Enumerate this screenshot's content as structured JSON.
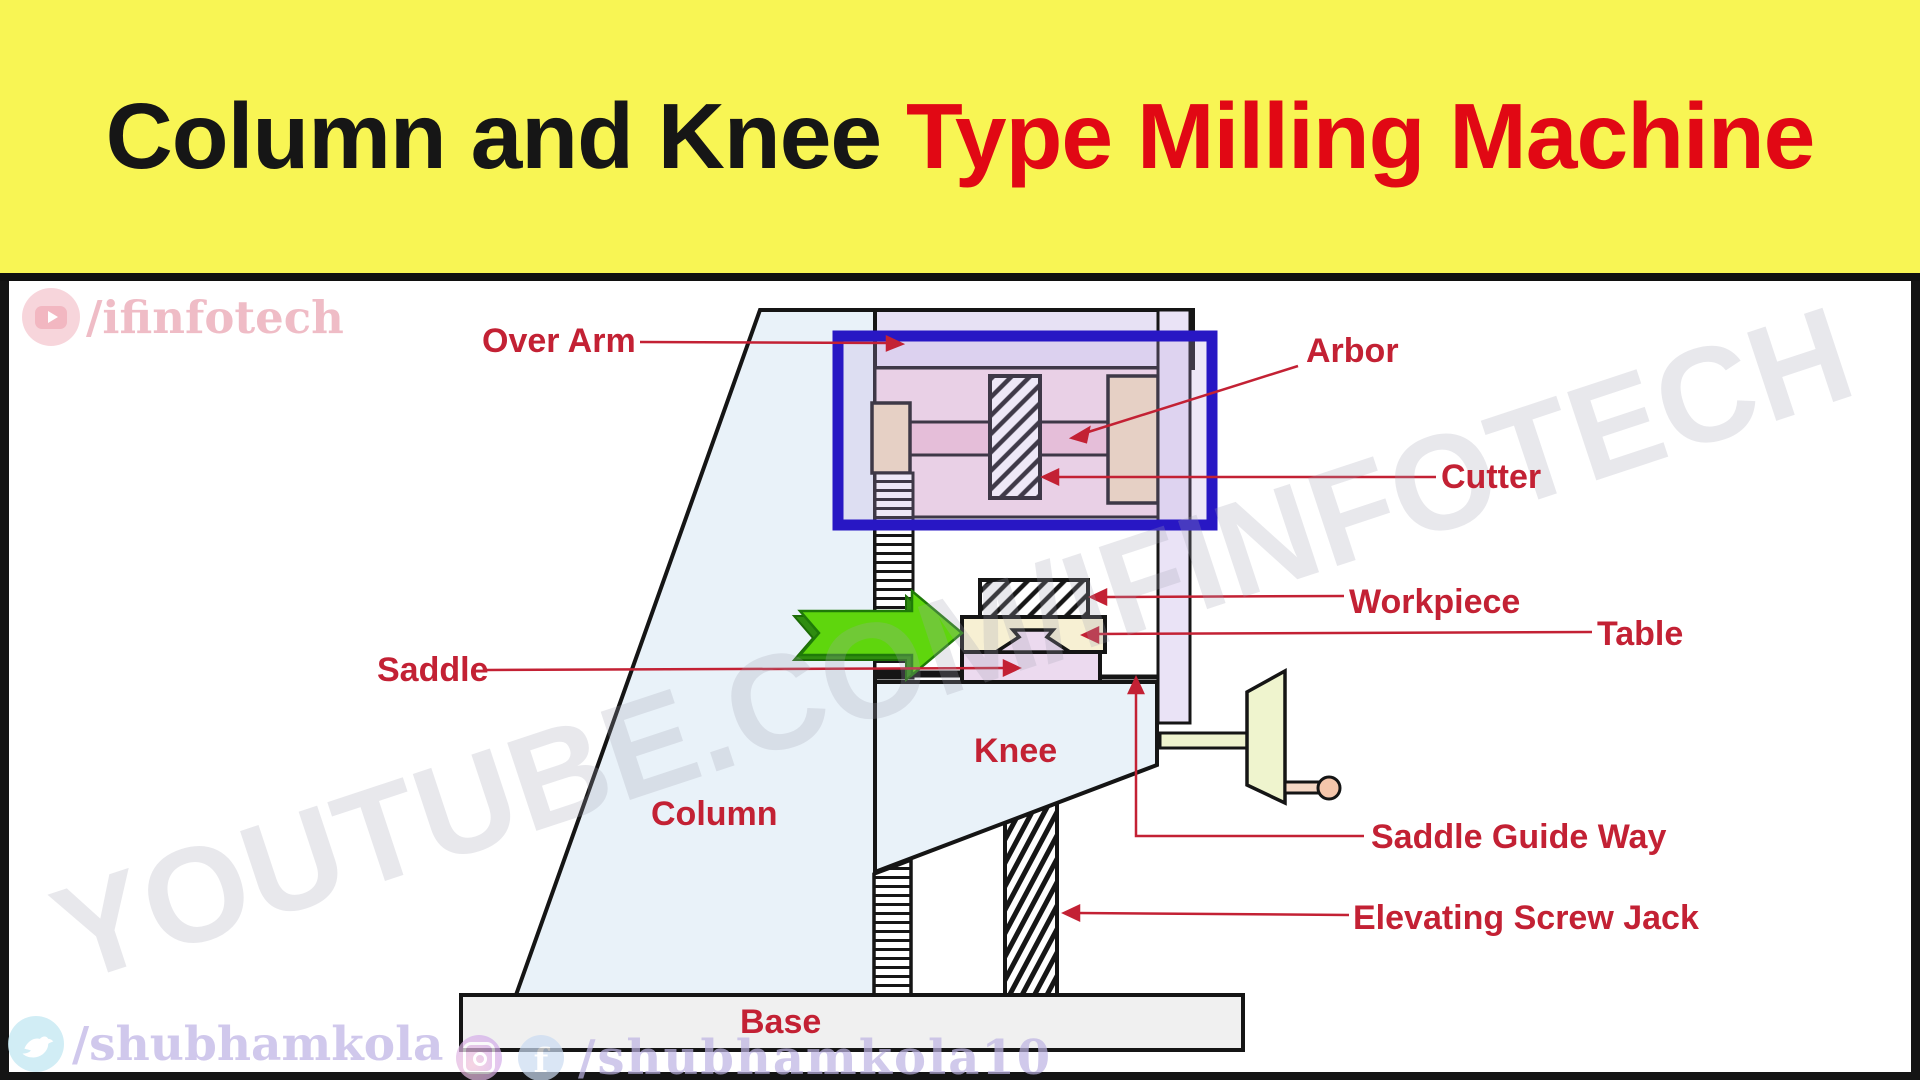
{
  "header": {
    "title_part1": "Column and Knee ",
    "title_part2": "Type Milling Machine",
    "band_color": "#F8F554",
    "title_color_black": "#161616",
    "title_color_red": "#E10814"
  },
  "watermarks": {
    "youtube_handle": "/ifinfotech",
    "diagonal_text": "YOUTUBE.COM/IFINFOTECH",
    "twitter_handle": "/shubhamkola",
    "social_handle": "/shubhamkola10",
    "icons": [
      "youtube-icon",
      "twitter-icon",
      "instagram-icon",
      "facebook-icon"
    ]
  },
  "diagram": {
    "label_color": "#C32134",
    "highlight_box_color": "#2817C4",
    "green_arrow_color": "#5FD60D",
    "labels": {
      "over_arm": "Over Arm",
      "arbor": "Arbor",
      "cutter": "Cutter",
      "workpiece": "Workpiece",
      "table": "Table",
      "saddle": "Saddle",
      "knee": "Knee",
      "column": "Column",
      "saddle_guide_way": "Saddle Guide Way",
      "elevating_screw_jack": "Elevating Screw Jack",
      "base": "Base"
    }
  }
}
